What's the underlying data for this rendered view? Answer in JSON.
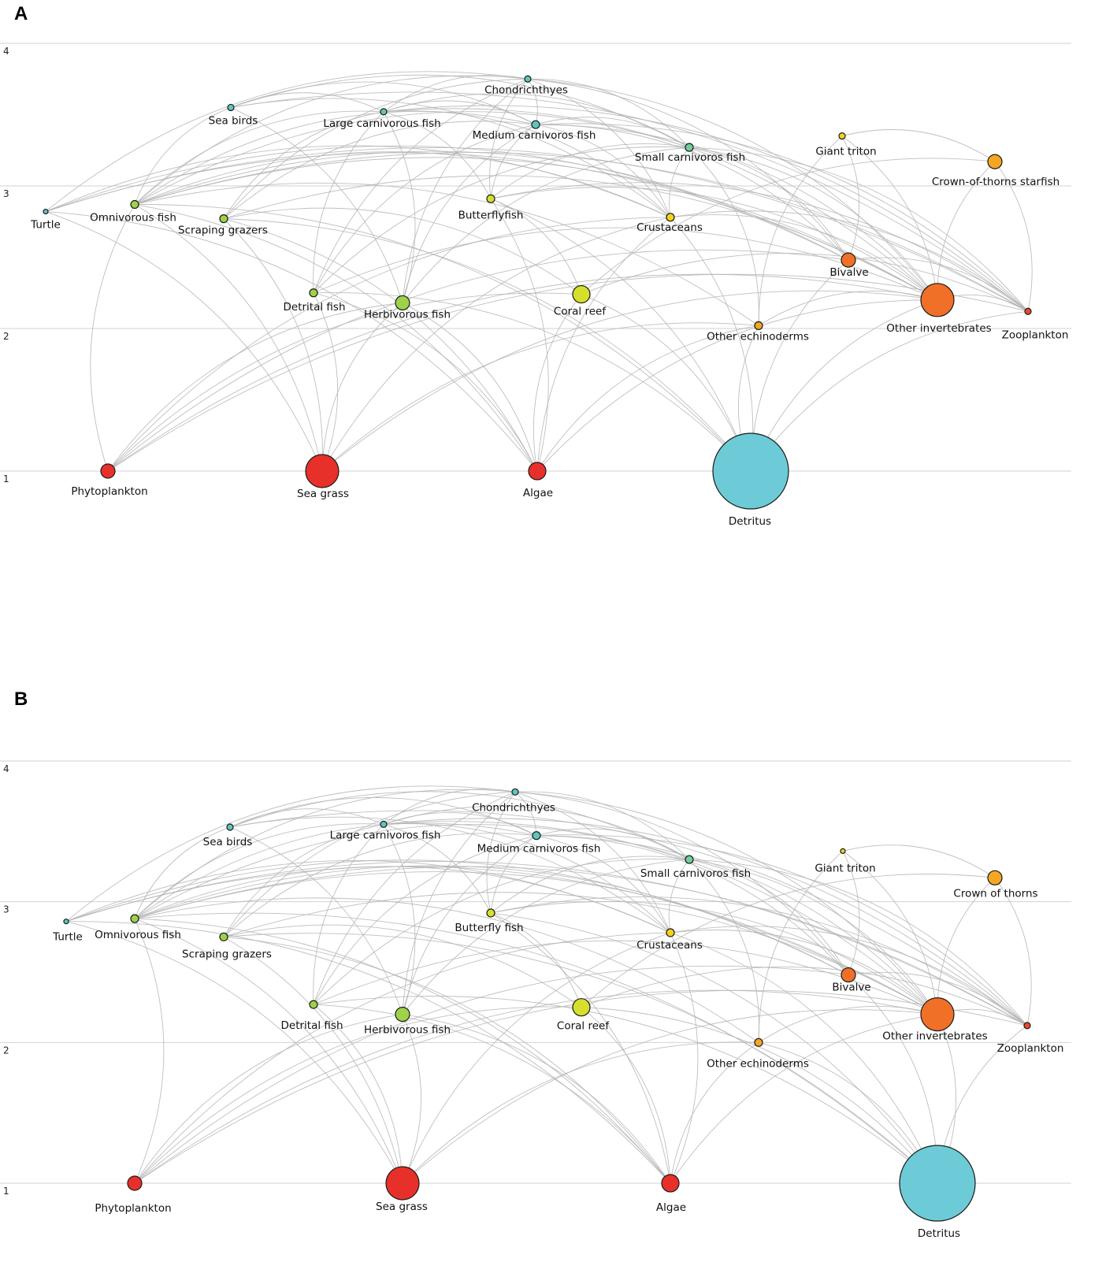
{
  "colors": {
    "producer": "#e8302a",
    "zooplankton_red": "#e84a2a",
    "orange": "#f07028",
    "amber": "#f5a623",
    "yellow": "#f2d21f",
    "yellow_green": "#d6e02c",
    "green": "#9ed24a",
    "teal_green": "#6fcf9a",
    "teal": "#5fc6bd",
    "detritus": "#6ccbd6"
  },
  "panels": [
    {
      "letter": "A",
      "y_axis": {
        "ticks": [
          1,
          2,
          3,
          4
        ],
        "range": [
          1,
          4
        ]
      },
      "nodes": [
        {
          "id": "chon",
          "label": "Chondrichthyes",
          "tl": 3.75,
          "size": "xs",
          "color": "teal"
        },
        {
          "id": "seab",
          "label": "Sea birds",
          "tl": 3.55,
          "size": "xs",
          "color": "teal"
        },
        {
          "id": "lcf",
          "label": "Large carnivorous fish",
          "tl": 3.52,
          "size": "xs",
          "color": "teal"
        },
        {
          "id": "mcf",
          "label": "Medium carnivoros fish",
          "tl": 3.43,
          "size": "s",
          "color": "teal"
        },
        {
          "id": "gtr",
          "label": "Giant triton",
          "tl": 3.35,
          "size": "xs",
          "color": "yellow"
        },
        {
          "id": "scf",
          "label": "Small carnivoros fish",
          "tl": 3.27,
          "size": "s",
          "color": "teal_green"
        },
        {
          "id": "cots",
          "label": "Crown-of-thorns starfish",
          "tl": 3.17,
          "size": "m",
          "color": "amber"
        },
        {
          "id": "turt",
          "label": "Turtle",
          "tl": 2.82,
          "size": "xxs",
          "color": "teal"
        },
        {
          "id": "omf",
          "label": "Omnivorous fish",
          "tl": 2.87,
          "size": "s",
          "color": "green"
        },
        {
          "id": "scg",
          "label": "Scraping grazers",
          "tl": 2.77,
          "size": "s",
          "color": "green"
        },
        {
          "id": "btf",
          "label": "Butterflyfish",
          "tl": 2.91,
          "size": "s",
          "color": "yellow_green"
        },
        {
          "id": "crus",
          "label": "Crustaceans",
          "tl": 2.78,
          "size": "s",
          "color": "yellow"
        },
        {
          "id": "biv",
          "label": "Bivalve",
          "tl": 2.48,
          "size": "m",
          "color": "orange"
        },
        {
          "id": "detf",
          "label": "Detrital fish",
          "tl": 2.25,
          "size": "s",
          "color": "green"
        },
        {
          "id": "herb",
          "label": "Herbivorous fish",
          "tl": 2.18,
          "size": "m",
          "color": "green"
        },
        {
          "id": "coral",
          "label": "Coral reef",
          "tl": 2.24,
          "size": "l",
          "color": "yellow_green"
        },
        {
          "id": "oinv",
          "label": "Other invertebrates",
          "tl": 2.2,
          "size": "xl",
          "color": "orange"
        },
        {
          "id": "zoo",
          "label": "Zooplankton",
          "tl": 2.12,
          "size": "xs",
          "color": "zooplankton_red"
        },
        {
          "id": "oech",
          "label": "Other echinoderms",
          "tl": 2.02,
          "size": "s",
          "color": "amber"
        },
        {
          "id": "phy",
          "label": "Phytoplankton",
          "tl": 1.0,
          "size": "m",
          "color": "producer"
        },
        {
          "id": "seag",
          "label": "Sea grass",
          "tl": 1.0,
          "size": "xl",
          "color": "producer"
        },
        {
          "id": "alg",
          "label": "Algae",
          "tl": 1.0,
          "size": "l",
          "color": "producer"
        },
        {
          "id": "det",
          "label": "Detritus",
          "tl": 1.0,
          "size": "xxl",
          "color": "detritus"
        }
      ]
    },
    {
      "letter": "B",
      "y_axis": {
        "ticks": [
          1,
          2,
          3,
          4
        ],
        "range": [
          1,
          4
        ]
      },
      "nodes": [
        {
          "id": "chon",
          "label": "Chondrichthyes",
          "tl": 3.78,
          "size": "xs",
          "color": "teal"
        },
        {
          "id": "seab",
          "label": "Sea birds",
          "tl": 3.53,
          "size": "xs",
          "color": "teal"
        },
        {
          "id": "lcf",
          "label": "Large carnivoros fish",
          "tl": 3.55,
          "size": "xs",
          "color": "teal"
        },
        {
          "id": "mcf",
          "label": "Medium carnivoros fish",
          "tl": 3.47,
          "size": "s",
          "color": "teal"
        },
        {
          "id": "gtr",
          "label": "Giant triton",
          "tl": 3.36,
          "size": "xxs",
          "color": "yellow"
        },
        {
          "id": "scf",
          "label": "Small carnivoros fish",
          "tl": 3.3,
          "size": "s",
          "color": "teal_green"
        },
        {
          "id": "cots",
          "label": "Crown of thorns",
          "tl": 3.17,
          "size": "m",
          "color": "amber"
        },
        {
          "id": "turt",
          "label": "Turtle",
          "tl": 2.86,
          "size": "xxs",
          "color": "teal"
        },
        {
          "id": "omf",
          "label": "Omnivorous fish",
          "tl": 2.88,
          "size": "s",
          "color": "green"
        },
        {
          "id": "scg",
          "label": "Scraping grazers",
          "tl": 2.75,
          "size": "s",
          "color": "green"
        },
        {
          "id": "btf",
          "label": "Butterfly fish",
          "tl": 2.92,
          "size": "s",
          "color": "yellow_green"
        },
        {
          "id": "crus",
          "label": "Crustaceans",
          "tl": 2.78,
          "size": "s",
          "color": "yellow"
        },
        {
          "id": "biv",
          "label": "Bivalve",
          "tl": 2.48,
          "size": "m",
          "color": "orange"
        },
        {
          "id": "detf",
          "label": "Detrital fish",
          "tl": 2.27,
          "size": "s",
          "color": "green"
        },
        {
          "id": "herb",
          "label": "Herbivorous fish",
          "tl": 2.2,
          "size": "m",
          "color": "green"
        },
        {
          "id": "coral",
          "label": "Coral reef",
          "tl": 2.25,
          "size": "l",
          "color": "yellow_green"
        },
        {
          "id": "oinv",
          "label": "Other invertebrates",
          "tl": 2.2,
          "size": "xl",
          "color": "orange"
        },
        {
          "id": "zoo",
          "label": "Zooplankton",
          "tl": 2.12,
          "size": "xs",
          "color": "zooplankton_red"
        },
        {
          "id": "oech",
          "label": "Other echinoderms",
          "tl": 2.0,
          "size": "s",
          "color": "amber"
        },
        {
          "id": "phy",
          "label": "Phytoplankton",
          "tl": 1.0,
          "size": "m",
          "color": "producer"
        },
        {
          "id": "seag",
          "label": "Sea grass",
          "tl": 1.0,
          "size": "xl",
          "color": "producer"
        },
        {
          "id": "alg",
          "label": "Algae",
          "tl": 1.0,
          "size": "l",
          "color": "producer"
        },
        {
          "id": "det",
          "label": "Detritus",
          "tl": 1.0,
          "size": "xxl",
          "color": "detritus"
        }
      ]
    }
  ],
  "links": [
    [
      "chon",
      "lcf"
    ],
    [
      "chon",
      "mcf"
    ],
    [
      "chon",
      "scf"
    ],
    [
      "chon",
      "omf"
    ],
    [
      "chon",
      "turt"
    ],
    [
      "chon",
      "crus"
    ],
    [
      "chon",
      "oinv"
    ],
    [
      "chon",
      "btf"
    ],
    [
      "chon",
      "herb"
    ],
    [
      "chon",
      "detf"
    ],
    [
      "chon",
      "scg"
    ],
    [
      "chon",
      "biv"
    ],
    [
      "seab",
      "lcf"
    ],
    [
      "seab",
      "mcf"
    ],
    [
      "seab",
      "scf"
    ],
    [
      "seab",
      "omf"
    ],
    [
      "seab",
      "crus"
    ],
    [
      "seab",
      "herb"
    ],
    [
      "seab",
      "zoo"
    ],
    [
      "lcf",
      "mcf"
    ],
    [
      "lcf",
      "scf"
    ],
    [
      "lcf",
      "omf"
    ],
    [
      "lcf",
      "btf"
    ],
    [
      "lcf",
      "herb"
    ],
    [
      "lcf",
      "detf"
    ],
    [
      "lcf",
      "crus"
    ],
    [
      "lcf",
      "oinv"
    ],
    [
      "lcf",
      "scg"
    ],
    [
      "lcf",
      "zoo"
    ],
    [
      "mcf",
      "scf"
    ],
    [
      "mcf",
      "omf"
    ],
    [
      "mcf",
      "crus"
    ],
    [
      "mcf",
      "oinv"
    ],
    [
      "mcf",
      "btf"
    ],
    [
      "mcf",
      "herb"
    ],
    [
      "mcf",
      "detf"
    ],
    [
      "mcf",
      "scg"
    ],
    [
      "mcf",
      "biv"
    ],
    [
      "mcf",
      "zoo"
    ],
    [
      "scf",
      "crus"
    ],
    [
      "scf",
      "oinv"
    ],
    [
      "scf",
      "zoo"
    ],
    [
      "scf",
      "herb"
    ],
    [
      "scf",
      "detf"
    ],
    [
      "scf",
      "btf"
    ],
    [
      "scf",
      "biv"
    ],
    [
      "scf",
      "oech"
    ],
    [
      "scf",
      "omf"
    ],
    [
      "gtr",
      "cots"
    ],
    [
      "gtr",
      "biv"
    ],
    [
      "gtr",
      "oinv"
    ],
    [
      "gtr",
      "oech"
    ],
    [
      "cots",
      "coral"
    ],
    [
      "cots",
      "oinv"
    ],
    [
      "cots",
      "zoo"
    ],
    [
      "turt",
      "seag"
    ],
    [
      "turt",
      "alg"
    ],
    [
      "turt",
      "oinv"
    ],
    [
      "turt",
      "crus"
    ],
    [
      "turt",
      "zoo"
    ],
    [
      "turt",
      "biv"
    ],
    [
      "omf",
      "phy"
    ],
    [
      "omf",
      "seag"
    ],
    [
      "omf",
      "alg"
    ],
    [
      "omf",
      "det"
    ],
    [
      "omf",
      "crus"
    ],
    [
      "omf",
      "oinv"
    ],
    [
      "omf",
      "zoo"
    ],
    [
      "omf",
      "biv"
    ],
    [
      "omf",
      "oech"
    ],
    [
      "scg",
      "alg"
    ],
    [
      "scg",
      "seag"
    ],
    [
      "scg",
      "det"
    ],
    [
      "scg",
      "coral"
    ],
    [
      "scg",
      "oinv"
    ],
    [
      "btf",
      "coral"
    ],
    [
      "btf",
      "alg"
    ],
    [
      "btf",
      "oinv"
    ],
    [
      "btf",
      "zoo"
    ],
    [
      "btf",
      "det"
    ],
    [
      "crus",
      "phy"
    ],
    [
      "crus",
      "det"
    ],
    [
      "crus",
      "alg"
    ],
    [
      "crus",
      "zoo"
    ],
    [
      "crus",
      "oinv"
    ],
    [
      "crus",
      "seag"
    ],
    [
      "biv",
      "phy"
    ],
    [
      "biv",
      "det"
    ],
    [
      "biv",
      "zoo"
    ],
    [
      "detf",
      "det"
    ],
    [
      "detf",
      "alg"
    ],
    [
      "detf",
      "seag"
    ],
    [
      "detf",
      "oinv"
    ],
    [
      "herb",
      "alg"
    ],
    [
      "herb",
      "seag"
    ],
    [
      "herb",
      "phy"
    ],
    [
      "coral",
      "phy"
    ],
    [
      "coral",
      "zoo"
    ],
    [
      "coral",
      "det"
    ],
    [
      "coral",
      "alg"
    ],
    [
      "oinv",
      "det"
    ],
    [
      "oinv",
      "phy"
    ],
    [
      "oinv",
      "alg"
    ],
    [
      "oinv",
      "zoo"
    ],
    [
      "oinv",
      "seag"
    ],
    [
      "zoo",
      "phy"
    ],
    [
      "zoo",
      "det"
    ],
    [
      "oech",
      "det"
    ],
    [
      "oech",
      "alg"
    ],
    [
      "oech",
      "seag"
    ],
    [
      "oech",
      "oinv"
    ]
  ]
}
